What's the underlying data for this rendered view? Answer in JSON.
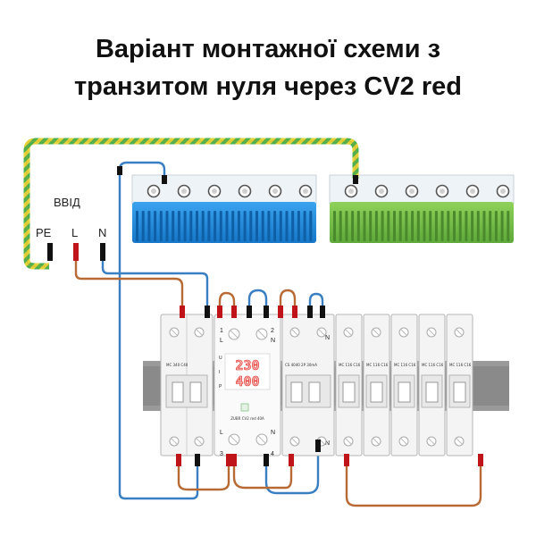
{
  "title": {
    "line1": "Варіант монтажної схеми з",
    "line2": "транзитом нуля через CV2 red"
  },
  "input": {
    "label": "ВВІД",
    "pe": "PE",
    "l": "L",
    "n": "N"
  },
  "relay": {
    "display_top": "230",
    "display_bottom": "400",
    "brand": "ZUBR CV2 red 40A",
    "terminals": {
      "t1": "1",
      "t2": "2",
      "t3": "3",
      "t4": "4",
      "l_top": "L",
      "n_top": "N",
      "l_bot": "L",
      "n_bot": "N"
    },
    "side_letters": [
      "U",
      "I",
      "P"
    ]
  },
  "devices": {
    "main_breaker": "MC 340 C40",
    "rcd": "CS 4040 2P 30mA",
    "rcd_n_top": "N",
    "rcd_n_bot": "N",
    "breakers": [
      "MC 116 C16",
      "MC 116 C16",
      "MC 116 C16",
      "MC 116 C16",
      "MC 116 C16"
    ]
  },
  "colors": {
    "blue_bus": "#1f8fe0",
    "green_bus": "#79c04a",
    "wire_blue": "#3a7fc2",
    "wire_brown": "#b86a35",
    "pe_yellow": "#e6d23a",
    "pe_green": "#4caf50",
    "display_red": "#e2241d"
  }
}
